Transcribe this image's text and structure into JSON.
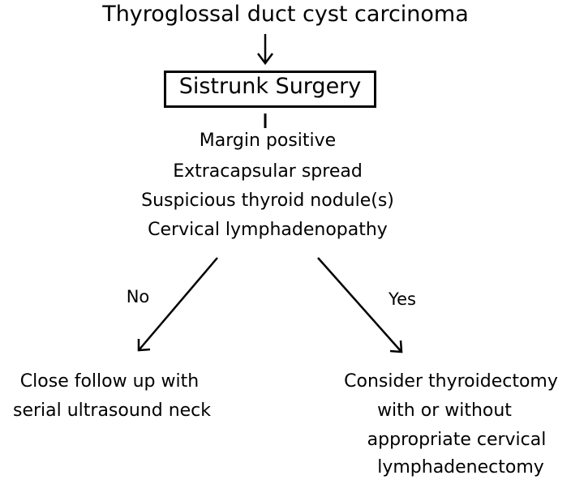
{
  "diagram": {
    "title": "Thyroglossal duct cyst carcinoma",
    "procedure": "Sistrunk Surgery",
    "criteria": [
      "Margin positive",
      "Extracapsular spread",
      "Suspicious thyroid nodule(s)",
      "Cervical lymphadenopathy"
    ],
    "branches": {
      "no": {
        "label": "No",
        "outcome": [
          "Close follow up with",
          "serial ultrasound neck"
        ]
      },
      "yes": {
        "label": "Yes",
        "outcome": [
          "Consider thyroidectomy",
          "with or without",
          "appropriate cervical",
          "lymphadenectomy"
        ]
      }
    }
  }
}
